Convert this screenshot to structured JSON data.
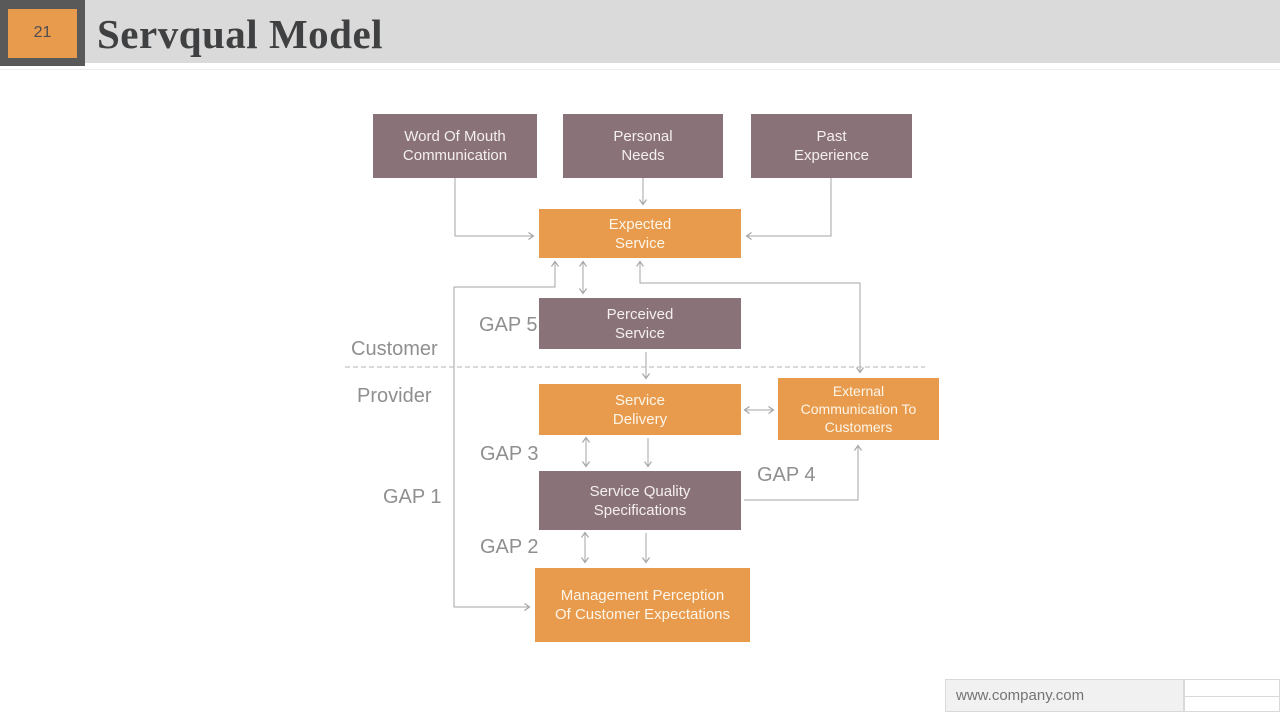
{
  "slide": {
    "page_number": "21",
    "title": "Servqual Model",
    "footer_url": "www.company.com"
  },
  "zones": {
    "customer": "Customer",
    "provider": "Provider"
  },
  "gaps": {
    "gap1": "GAP 1",
    "gap2": "GAP 2",
    "gap3": "GAP 3",
    "gap4": "GAP 4",
    "gap5": "GAP 5"
  },
  "boxes": {
    "word_of_mouth": "Word Of Mouth\nCommunication",
    "personal_needs": "Personal\nNeeds",
    "past_experience": "Past\nExperience",
    "expected_service": "Expected\nService",
    "perceived_service": "Perceived\nService",
    "service_delivery": "Service\nDelivery",
    "external_communication": "External\nCommunication To\nCustomers",
    "service_quality_specifications": "Service Quality\nSpecifications",
    "management_perception": "Management Perception\nOf Customer Expectations"
  },
  "colors": {
    "accent_orange": "#E89B4D",
    "accent_mauve": "#897278",
    "connector_gray": "#A6A6A6",
    "label_gray": "#8F8F8F",
    "header_bg": "#DADADA",
    "badge_frame": "#595959",
    "title_text": "#3F4041"
  }
}
